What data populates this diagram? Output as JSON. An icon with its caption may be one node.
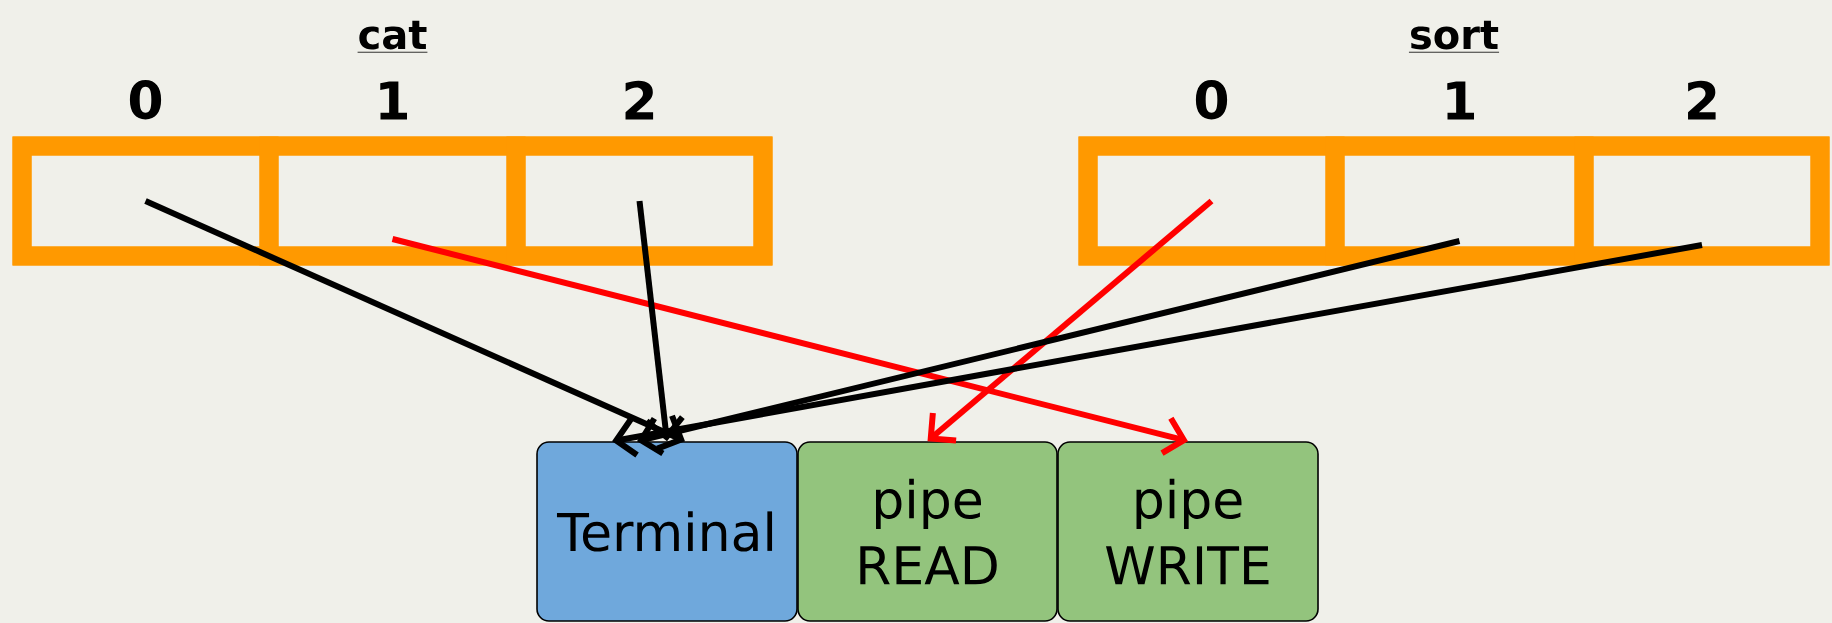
{
  "diagram": {
    "nodes": [
      {
        "text": [
          "cat"
        ]
      },
      {
        "text": [
          "0"
        ],
        "in": 0
      },
      {
        "text": [
          "1"
        ],
        "in": 0
      },
      {
        "text": [
          "2"
        ],
        "in": 0
      },
      {
        "text": [
          "sort"
        ]
      },
      {
        "text": [
          "0"
        ],
        "in": 4
      },
      {
        "text": [
          "1"
        ],
        "in": 4
      },
      {
        "text": [
          "2"
        ],
        "in": 4
      },
      {
        "text": [
          "Terminal"
        ]
      },
      {
        "text": [
          "pipe READ"
        ]
      },
      {
        "text": [
          "pipe WRITE"
        ]
      }
    ],
    "edges": [
      {
        "from": 1,
        "to": 8,
        "arrow": "to"
      },
      {
        "from": 2,
        "to": 10,
        "arrow": "to",
        "color": "#ff0000"
      },
      {
        "from": 3,
        "to": 8,
        "arrow": "to"
      },
      {
        "from": 5,
        "to": 9,
        "arrow": "to",
        "color": "#ff0000"
      },
      {
        "from": 6,
        "to": 8,
        "arrow": "to"
      },
      {
        "from": 7,
        "to": 8,
        "arrow": "to"
      }
    ]
  }
}
